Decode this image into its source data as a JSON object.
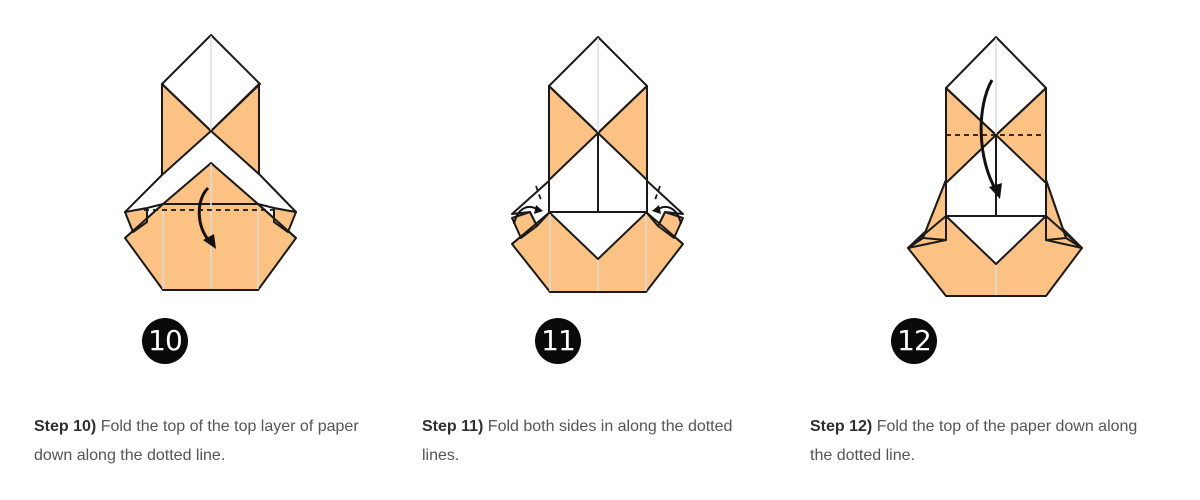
{
  "steps": [
    {
      "number": "10",
      "label": "Step 10)",
      "text": " Fold the top of the top layer of paper down along the dotted line."
    },
    {
      "number": "11",
      "label": "Step 11)",
      "text": " Fold both sides in along the dotted lines."
    },
    {
      "number": "12",
      "label": "Step 12)",
      "text": " Fold the top of the paper down along the dotted line."
    }
  ],
  "colors": {
    "paper": "#fcc283",
    "outline": "#1a1a1a",
    "badge": "#0a0a0a",
    "caption_text": "#555555",
    "caption_label": "#2f2f2f"
  },
  "icons": [
    "fold-arrow-icon"
  ]
}
